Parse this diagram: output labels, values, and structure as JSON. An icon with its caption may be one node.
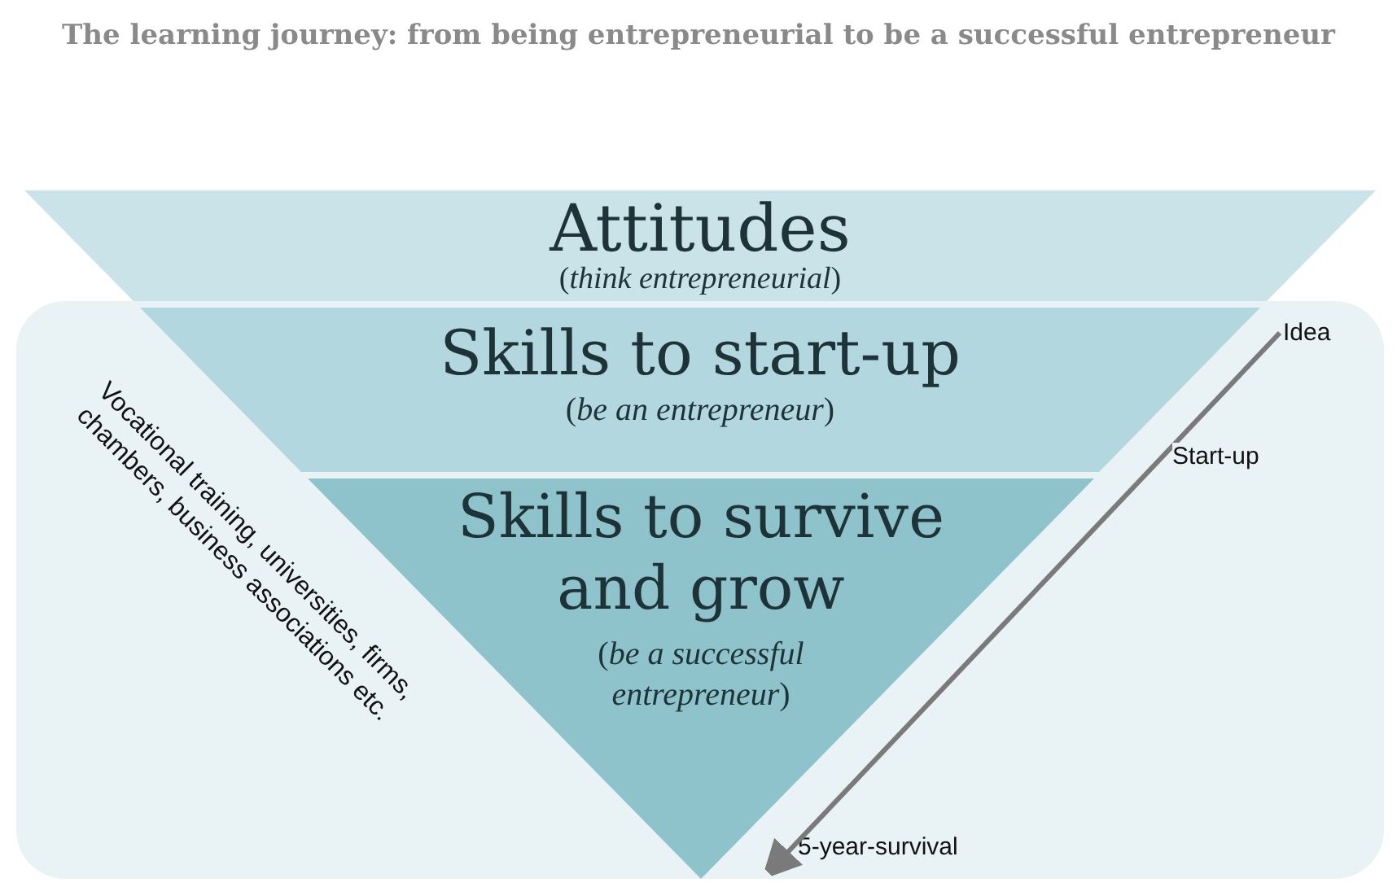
{
  "diagram": {
    "title": "The learning journey: from being entrepreneurial to be a successful entrepreneur",
    "nodes": [
      {
        "text": [
          "Attitudes",
          "(*think entrepreneurial*)"
        ]
      },
      {
        "text": [
          "Vocational training, universities, firms, chambers, business associations etc."
        ]
      },
      {
        "text": [
          "Skills to start-up",
          "(*be an entrepreneur*)"
        ],
        "in": 1
      },
      {
        "text": [
          "Skills to survive and grow",
          "(*be a successful entrepreneur*)"
        ],
        "in": 1
      },
      {
        "text": [
          "Idea"
        ],
        "in": 1
      },
      {
        "text": [
          "5-year-survival"
        ],
        "in": 1
      }
    ],
    "edges": [
      {
        "from": 4,
        "to": 5,
        "arrow": "to",
        "label": "Start-up"
      }
    ]
  }
}
